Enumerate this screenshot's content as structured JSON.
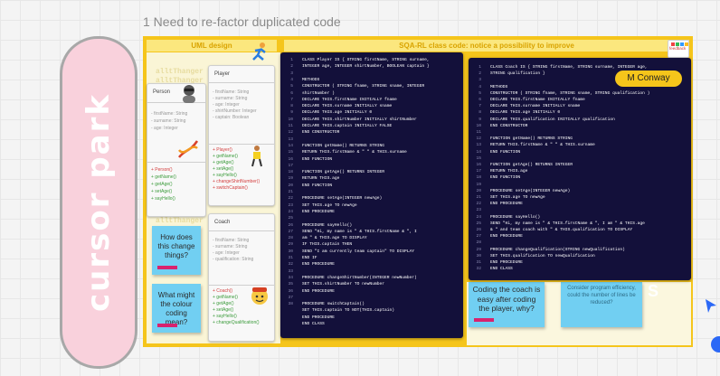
{
  "frame_title": "1 Need to re-factor duplicated code",
  "cursor_park": "cursor park",
  "uml_header": "UML design",
  "sqa_header": "SQA-RL class code: notice a possibility to improve",
  "feedback_label": "feedback",
  "author_tag": "M Conway",
  "ghost_labels": [
    "alltThanger",
    "alltThanger",
    "alltThanger"
  ],
  "person_card": {
    "title": "Person",
    "attributes": [
      "- firstName: String",
      "- surname: String",
      "- age: Integer"
    ],
    "methods": [
      "+ Person()",
      "+ getName()",
      "+ getAge()",
      "+ setAge()",
      "+ sayHello()"
    ]
  },
  "player_card": {
    "title": "Player",
    "attributes": [
      "- firstName: String",
      "- surname: String",
      "- age: Integer",
      "- shirtNumber: Integer",
      "- captain: Boolean"
    ],
    "methods": [
      "+ Player()",
      "+ getName()",
      "+ getAge()",
      "+ setAge()",
      "+ sayHello()",
      "+ changeShirtNumber()",
      "+ switchCaptain()"
    ]
  },
  "coach_card": {
    "title": "Coach",
    "attributes": [
      "- firstName: String",
      "- surname: String",
      "- age: Integer",
      "- qualification: String"
    ],
    "methods": [
      "+ Coach()",
      "+ getName()",
      "+ getAge()",
      "+ setAge()",
      "+ sayHello()",
      "+ changeQualification()"
    ]
  },
  "stickies": {
    "change_things": "How does this change things?",
    "colour_coding": "What might the colour coding mean?",
    "coding_easy": "Coding the coach is easy after coding the player, why?",
    "efficiency": "Consider program efficiency, could the number of lines be reduced?"
  },
  "player_code": {
    "line_numbers": [
      "1",
      "2",
      "3",
      "4",
      "5",
      "6",
      "7",
      "8",
      "9",
      "10",
      "11",
      "12",
      "13",
      "14",
      "15",
      "16",
      "17",
      "18",
      "19",
      "20",
      "21",
      "22",
      "23",
      "24",
      "25",
      "26",
      "27",
      "28",
      "29",
      "30",
      "31",
      "32",
      "33",
      "34",
      "35",
      "36",
      "37",
      "38"
    ],
    "lines": [
      "CLASS Player IS { STRING firstName, STRING surname,",
      "INTEGER age, INTEGER shirtNumber, BOOLEAN captain }",
      "",
      "METHODS",
      "  CONSTRUCTOR ( STRING fname, STRING sname, INTEGER",
      "  shirtNumber )",
      "    DECLARE THIS.firstName INITIALLY fname",
      "    DECLARE THIS.surname INITIALLY sname",
      "    DECLARE THIS.age INITIALLY 0",
      "    DECLARE THIS.shirtNumber INITIALLY shirtNumber",
      "    DECLARE THIS.captain INITIALLY FALSE",
      "  END CONSTRUCTOR",
      "",
      "  FUNCTION getName() RETURNS STRING",
      "    RETURN THIS.firstName & \" \" & THIS.surname",
      "  END FUNCTION",
      "",
      "  FUNCTION getAge() RETURNS INTEGER",
      "    RETURN THIS.age",
      "  END FUNCTION",
      "",
      "  PROCEDURE setAge(INTEGER newAge)",
      "    SET THIS.age TO newAge",
      "  END PROCEDURE",
      "",
      "  PROCEDURE sayHello()",
      "    SEND \"Hi, my name is \" & THIS.firstName & \", I",
      "    am \" & THIS.age TO DISPLAY",
      "    IF THIS.captain THEN",
      "      SEND \"I am currently team captain\" TO DISPLAY",
      "    END IF",
      "  END PROCEDURE",
      "",
      "  PROCEDURE changeShirtNumber(INTEGER newNumber)",
      "    SET THIS.shirtNumber TO newNumber",
      "  END PROCEDURE",
      "",
      "  PROCEDURE switchCaptain()",
      "    SET THIS.captain TO NOT(THIS.captain)",
      "  END PROCEDURE",
      "END CLASS"
    ]
  },
  "coach_code": {
    "line_numbers": [
      "1",
      "2",
      "3",
      "4",
      "5",
      "6",
      "7",
      "8",
      "9",
      "10",
      "11",
      "12",
      "13",
      "14",
      "15",
      "16",
      "17",
      "18",
      "19",
      "20",
      "21",
      "22",
      "23",
      "24",
      "25",
      "26",
      "27",
      "28",
      "29",
      "30",
      "31",
      "32",
      "33"
    ],
    "lines": [
      "CLASS Coach IS { STRING firstName, STRING surname, INTEGER age,",
      "STRING qualification }",
      "",
      "METHODS",
      "  CONSTRUCTOR ( STRING fname, STRING sname, STRING qualification )",
      "    DECLARE THIS.firstName INITIALLY fname",
      "    DECLARE THIS.surname INITIALLY sname",
      "    DECLARE THIS.age INITIALLY 0",
      "    DECLARE THIS.qualification INITIALLY qualification",
      "  END CONSTRUCTOR",
      "",
      "  FUNCTION getName() RETURNS STRING",
      "    RETURN THIS.firstName & \" \" & THIS.surname",
      "  END FUNCTION",
      "",
      "  FUNCTION getAge() RETURNS INTEGER",
      "    RETURN THIS.age",
      "  END FUNCTION",
      "",
      "  PROCEDURE setAge(INTEGER newAge)",
      "    SET THIS.age TO newAge",
      "  END PROCEDURE",
      "",
      "  PROCEDURE sayHello()",
      "    SEND \"Hi, my name is \" & THIS.firstName & \", I am \" & THIS.age",
      "    & \" and team coach with \" & THIS.qualification TO DISPLAY",
      "  END PROCEDURE",
      "",
      "  PROCEDURE changeQualification(STRING newQualification)",
      "    SET THIS.qualification TO newQualification",
      "  END PROCEDURE",
      "END CLASS"
    ]
  },
  "colors": {
    "frame": "#f5c51b",
    "sticky": "#71cff2",
    "code_bg": "#13103a",
    "pill": "#f9d1dc"
  }
}
